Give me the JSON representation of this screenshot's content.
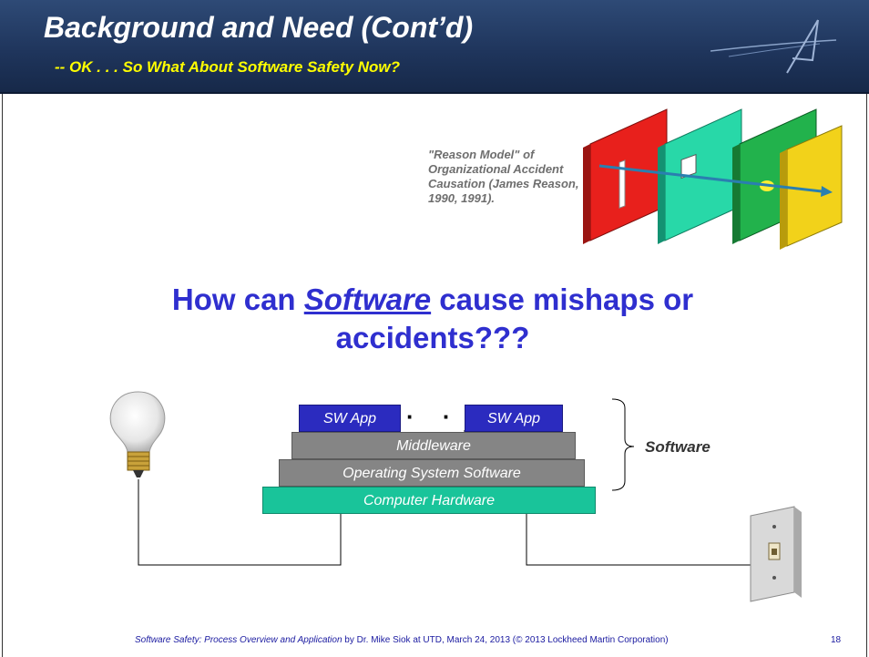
{
  "header": {
    "title": "Background and Need (Cont’d)",
    "subtitle": "-- OK . . . So What About Software Safety Now?"
  },
  "reason_model": {
    "caption": "\"Reason Model\" of Organizational Accident Causation  (James Reason, 1990, 1991)."
  },
  "question": {
    "prefix": "How can ",
    "emphasis": "Software",
    "suffix": " cause mishaps or accidents???"
  },
  "stack": {
    "sw_app_1": "SW App",
    "sw_app_2": "SW App",
    "dots": "· · ·",
    "middleware": "Middleware",
    "os": "Operating System Software",
    "hardware": "Computer Hardware",
    "brace_label": "Software"
  },
  "colors": {
    "header_bg": "#1f355c",
    "subtitle": "#ffff00",
    "question": "#2f2fcf",
    "sw_app": "#2b2bbf",
    "layers_gray": "#858585",
    "hardware": "#19c49a"
  },
  "icons": {
    "logo": "lockheed-star-logo",
    "bulb": "light-bulb-icon",
    "switch": "wall-switch-icon"
  },
  "footer": {
    "italic_part": "Software Safety: Process Overview and Application",
    "rest": " by Dr. Mike Siok at UTD, March 24, 2013 (© 2013 Lockheed Martin Corporation)",
    "page_number": "18"
  }
}
